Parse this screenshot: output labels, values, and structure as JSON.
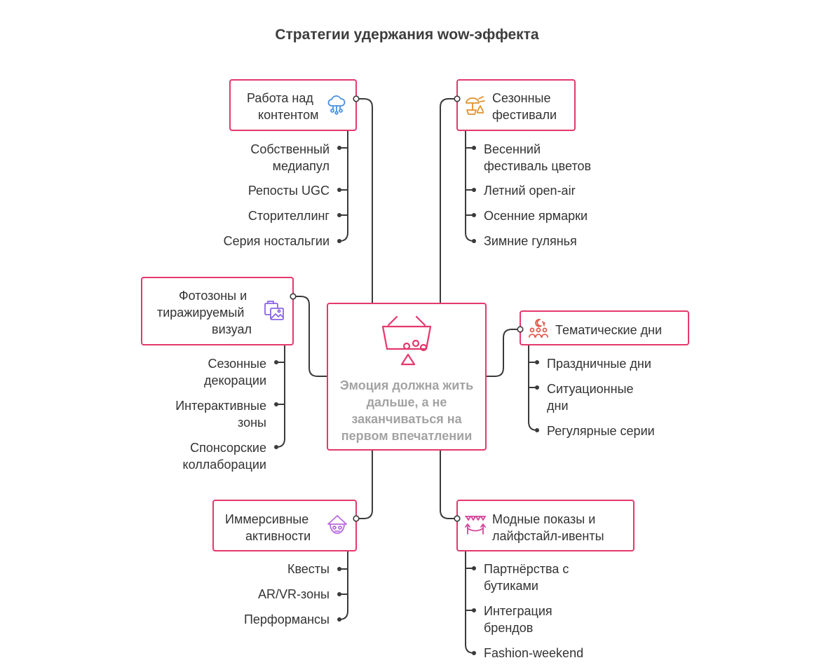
{
  "title": "Стратегии удержания wow-эффекта",
  "center": {
    "text": "Эмоция должна жить дальше, а не заканчиваться на первом впечатлении",
    "icon": "basket-emotion-icon"
  },
  "colors": {
    "accent": "#e5386d",
    "line": "#3a3a3a",
    "center_text": "#a3a3a3",
    "text": "#333333"
  },
  "branches": {
    "content": {
      "label1": "Работа над",
      "label2": "контентом",
      "icon": "cloud-network-icon",
      "icon_color": "#4a90e2",
      "items": {
        "i1a": "Собственный",
        "i1b": "медиапул",
        "i2": "Репосты UGC",
        "i3": "Сторителлинг",
        "i4": "Серия ностальгии"
      }
    },
    "photo": {
      "label1": "Фотозоны и",
      "label2": "тиражируемый",
      "label3": "визуал",
      "icon": "photo-gallery-icon",
      "icon_color": "#8a64e8",
      "items": {
        "i1a": "Сезонные",
        "i1b": "декорации",
        "i2a": "Интерактивные",
        "i2b": "зоны",
        "i3a": "Спонсорские",
        "i3b": "коллаборации"
      }
    },
    "immersive": {
      "label1": "Иммерсивные",
      "label2": "активности",
      "icon": "vr-mask-icon",
      "icon_color": "#b86be0",
      "items": {
        "i1": "Квесты",
        "i2": "AR/VR-зоны",
        "i3": "Перформансы"
      }
    },
    "seasonal": {
      "label1": "Сезонные",
      "label2": "фестивали",
      "icon": "festival-icon",
      "icon_color": "#e0912b",
      "items": {
        "i1a": "Весенний",
        "i1b": "фестиваль цветов",
        "i2": "Летний open-air",
        "i3": "Осенние ярмарки",
        "i4": "Зимние гулянья"
      }
    },
    "thematic": {
      "label1": "Тематические дни",
      "icon": "crescent-people-icon",
      "icon_color": "#e05a4e",
      "items": {
        "i1": "Праздничные дни",
        "i2a": "Ситуационные",
        "i2b": "дни",
        "i3": "Регулярные серии"
      }
    },
    "fashion": {
      "label1": "Модные показы и",
      "label2": "лайфстайл-ивенты",
      "icon": "runway-icon",
      "icon_color": "#d6459a",
      "items": {
        "i1a": "Партнёрства с",
        "i1b": "бутиками",
        "i2a": "Интеграция",
        "i2b": "брендов",
        "i3": "Fashion-weekend"
      }
    }
  }
}
